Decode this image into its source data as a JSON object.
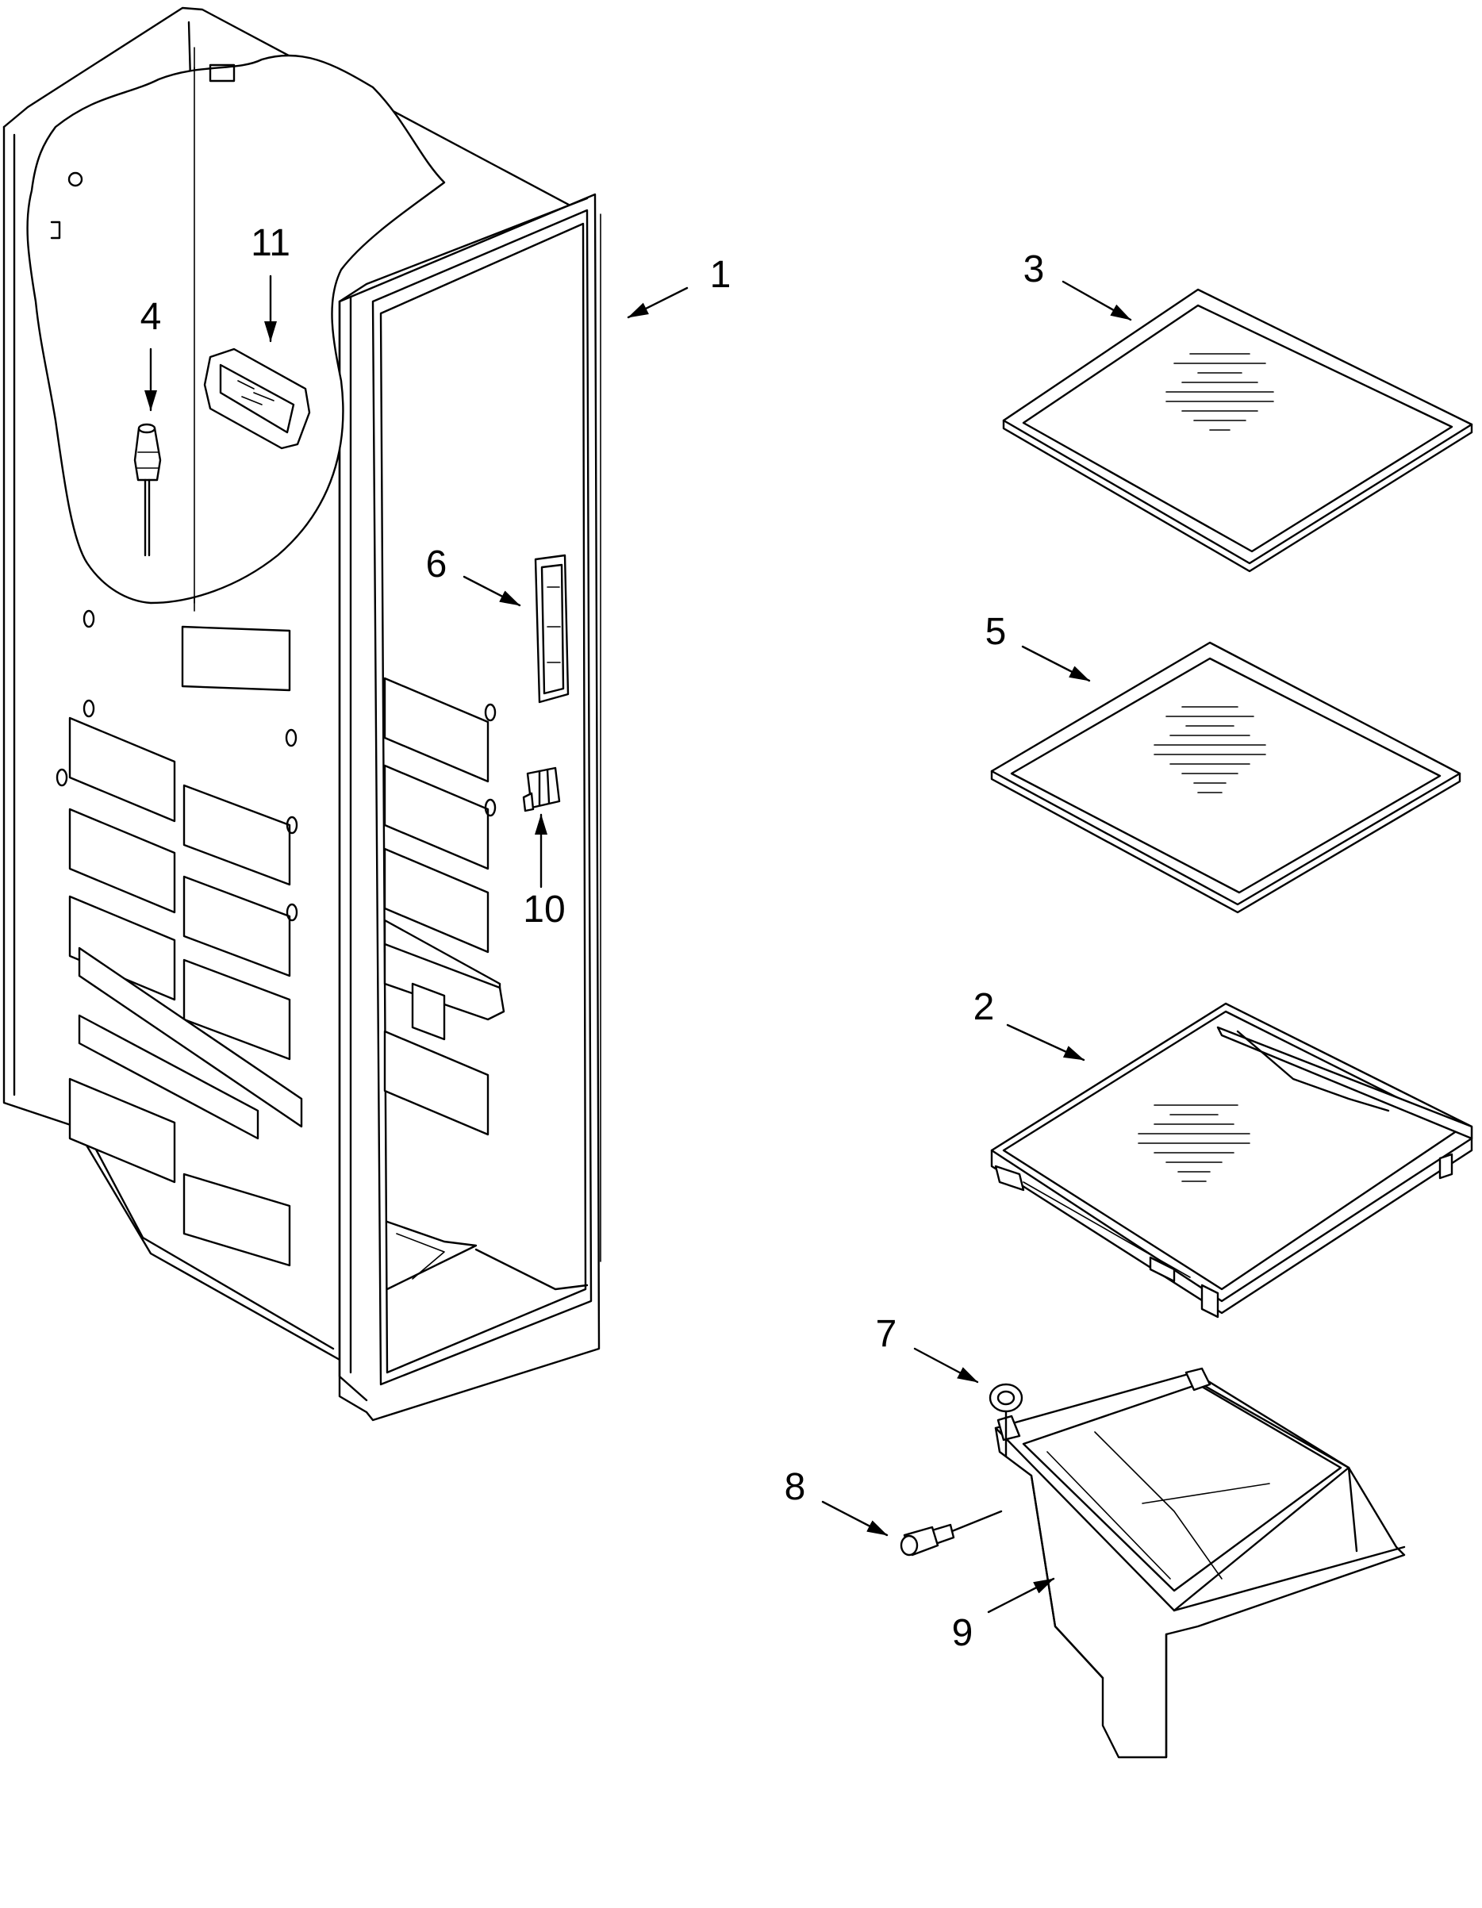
{
  "callouts": [
    {
      "id": "c1",
      "label": "1"
    },
    {
      "id": "c2",
      "label": "2"
    },
    {
      "id": "c3",
      "label": "3"
    },
    {
      "id": "c4",
      "label": "4"
    },
    {
      "id": "c5",
      "label": "5"
    },
    {
      "id": "c6",
      "label": "6"
    },
    {
      "id": "c7",
      "label": "7"
    },
    {
      "id": "c8",
      "label": "8"
    },
    {
      "id": "c9",
      "label": "9"
    },
    {
      "id": "c10",
      "label": "10"
    },
    {
      "id": "c11",
      "label": "11"
    }
  ],
  "colors": {
    "line": "#000000",
    "background": "#ffffff"
  }
}
